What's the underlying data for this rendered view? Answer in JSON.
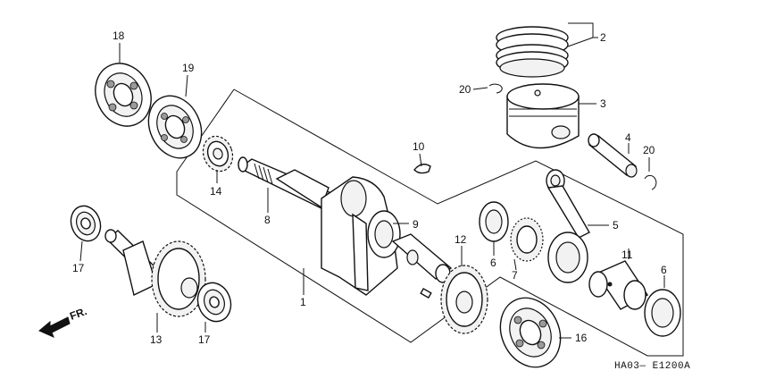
{
  "callouts": {
    "c1": "1",
    "c2": "2",
    "c3": "3",
    "c4": "4",
    "c5": "5",
    "c6a": "6",
    "c6b": "6",
    "c7": "7",
    "c8": "8",
    "c9": "9",
    "c10": "10",
    "c11": "11",
    "c12": "12",
    "c13": "13",
    "c14": "14",
    "c16": "16",
    "c17a": "17",
    "c17b": "17",
    "c18": "18",
    "c19": "19",
    "c20a": "20",
    "c20b": "20"
  },
  "front_arrow": "FR.",
  "diagram_code": "HA03— E1200A"
}
